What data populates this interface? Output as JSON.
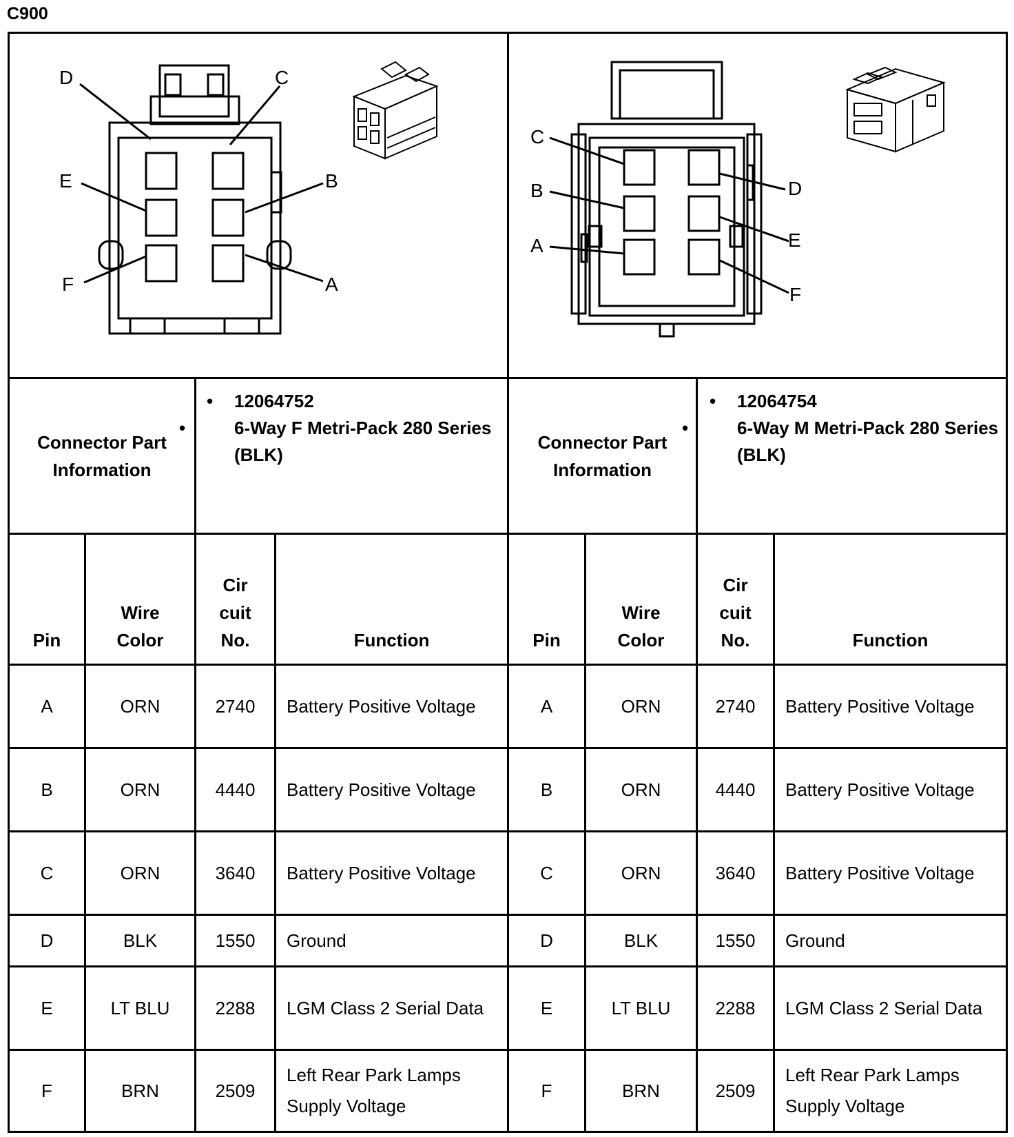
{
  "title": "C900",
  "connectors": [
    {
      "pin_labels": [
        "D",
        "C",
        "E",
        "B",
        "F",
        "A"
      ],
      "info_label": "Connector Part Information",
      "info_items": [
        "12064752",
        "6-Way F Metri-Pack 280 Series (BLK)"
      ],
      "headers": {
        "pin": "Pin",
        "wire_color": "Wire Color",
        "circuit": "Cir cuit No.",
        "function": "Function"
      },
      "rows": [
        {
          "pin": "A",
          "color": "ORN",
          "circuit": "2740",
          "function": "Battery Positive Voltage"
        },
        {
          "pin": "B",
          "color": "ORN",
          "circuit": "4440",
          "function": "Battery Positive Voltage"
        },
        {
          "pin": "C",
          "color": "ORN",
          "circuit": "3640",
          "function": "Battery Positive Voltage"
        },
        {
          "pin": "D",
          "color": "BLK",
          "circuit": "1550",
          "function": "Ground"
        },
        {
          "pin": "E",
          "color": "LT BLU",
          "circuit": "2288",
          "function": "LGM Class 2 Serial Data"
        },
        {
          "pin": "F",
          "color": "BRN",
          "circuit": "2509",
          "function": "Left Rear Park Lamps Supply Voltage"
        }
      ]
    },
    {
      "pin_labels": [
        "C",
        "D",
        "B",
        "E",
        "A",
        "F"
      ],
      "info_label": "Connector Part Information",
      "info_items": [
        "12064754",
        "6-Way M Metri-Pack 280 Series (BLK)"
      ],
      "headers": {
        "pin": "Pin",
        "wire_color": "Wire Color",
        "circuit": "Cir cuit No.",
        "function": "Function"
      },
      "rows": [
        {
          "pin": "A",
          "color": "ORN",
          "circuit": "2740",
          "function": "Battery Positive Voltage"
        },
        {
          "pin": "B",
          "color": "ORN",
          "circuit": "4440",
          "function": "Battery Positive Voltage"
        },
        {
          "pin": "C",
          "color": "ORN",
          "circuit": "3640",
          "function": "Battery Positive Voltage"
        },
        {
          "pin": "D",
          "color": "BLK",
          "circuit": "1550",
          "function": "Ground"
        },
        {
          "pin": "E",
          "color": "LT BLU",
          "circuit": "2288",
          "function": "LGM Class 2 Serial Data"
        },
        {
          "pin": "F",
          "color": "BRN",
          "circuit": "2509",
          "function": "Left Rear Park Lamps Supply Voltage"
        }
      ]
    }
  ]
}
